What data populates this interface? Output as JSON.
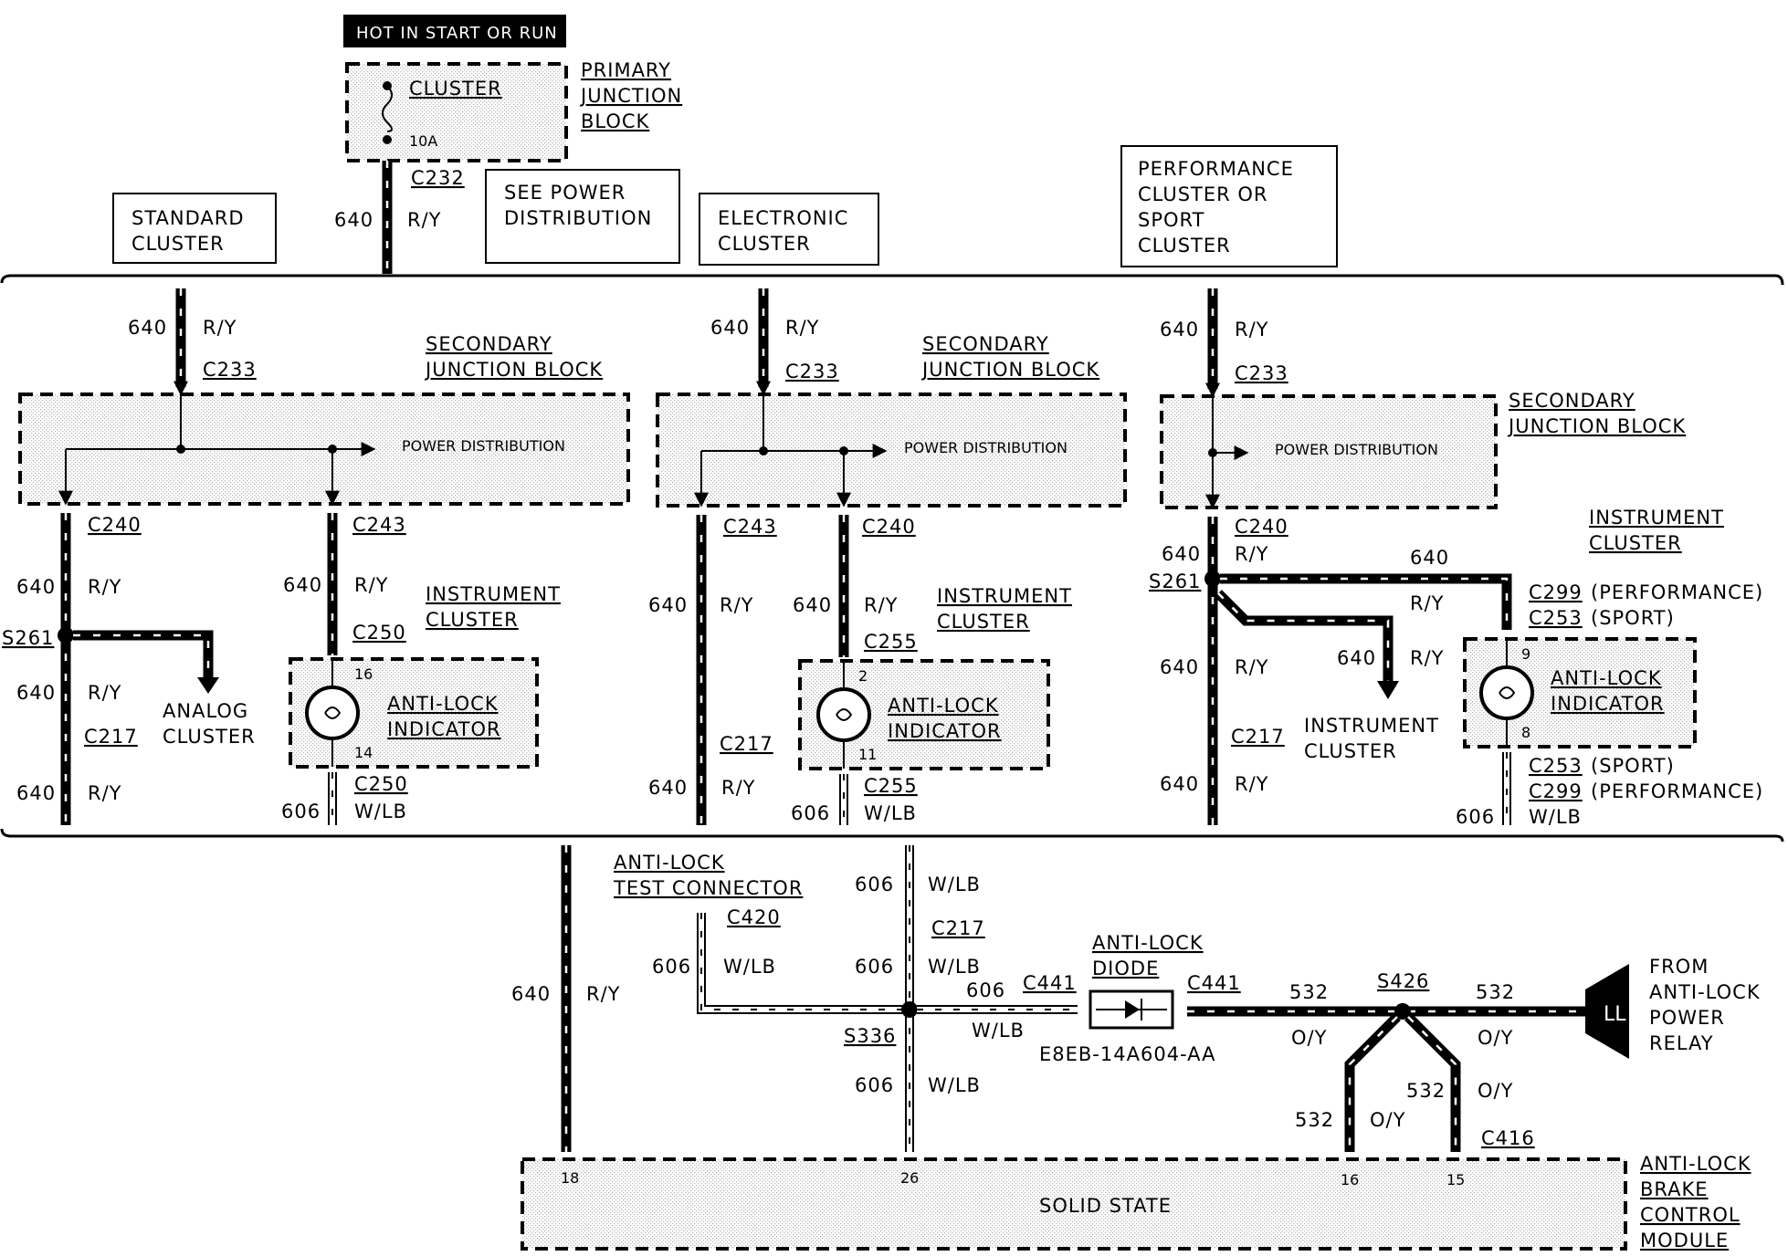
{
  "header": {
    "hot_label": "HOT IN START OR RUN",
    "cluster_fuse": "CLUSTER",
    "fuse_rating": "10A",
    "primary_jb": [
      "PRIMARY",
      "JUNCTION",
      "BLOCK"
    ],
    "feed_connector": "C232",
    "feed_circuit": "640",
    "feed_color": "R/Y",
    "see_power": [
      "SEE POWER",
      "DISTRIBUTION"
    ]
  },
  "variants": {
    "standard": {
      "title": [
        "STANDARD",
        "CLUSTER"
      ],
      "in_circuit": "640",
      "in_color": "R/Y",
      "in_connector": "C233",
      "sjb": [
        "SECONDARY",
        "JUNCTION BLOCK"
      ],
      "power_dist": "POWER DISTRIBUTION",
      "left_connector": "C240",
      "right_connector": "C243",
      "left_circuit_1": "640",
      "left_color_1": "R/Y",
      "splice": "S261",
      "left_circuit_2": "640",
      "left_color_2": "R/Y",
      "left_connector_2": "C217",
      "left_circuit_3": "640",
      "left_color_3": "R/Y",
      "analog": [
        "ANALOG",
        "CLUSTER"
      ],
      "right_circuit": "640",
      "right_color": "R/Y",
      "ic": [
        "INSTRUMENT",
        "CLUSTER"
      ],
      "ic_conn_top": "C250",
      "pin_top": "16",
      "indicator": [
        "ANTI-LOCK",
        "INDICATOR"
      ],
      "pin_bottom": "14",
      "ic_conn_bottom": "C250",
      "out_circuit": "606",
      "out_color": "W/LB"
    },
    "electronic": {
      "title": [
        "ELECTRONIC",
        "CLUSTER"
      ],
      "in_circuit": "640",
      "in_color": "R/Y",
      "in_connector": "C233",
      "sjb": [
        "SECONDARY",
        "JUNCTION BLOCK"
      ],
      "power_dist": "POWER DISTRIBUTION",
      "left_connector": "C243",
      "right_connector": "C240",
      "left_circuit": "640",
      "left_color": "R/Y",
      "left_connector_2": "C217",
      "left_circuit_2": "640",
      "left_color_2": "R/Y",
      "right_circuit": "640",
      "right_color": "R/Y",
      "ic": [
        "INSTRUMENT",
        "CLUSTER"
      ],
      "ic_conn_top": "C255",
      "pin_top": "2",
      "indicator": [
        "ANTI-LOCK",
        "INDICATOR"
      ],
      "pin_bottom": "11",
      "ic_conn_bottom": "C255",
      "out_circuit": "606",
      "out_color": "W/LB"
    },
    "performance": {
      "title": [
        "PERFORMANCE",
        "CLUSTER OR",
        "SPORT",
        "CLUSTER"
      ],
      "in_circuit": "640",
      "in_color": "R/Y",
      "in_connector": "C233",
      "sjb": [
        "SECONDARY",
        "JUNCTION BLOCK"
      ],
      "power_dist": "POWER DISTRIBUTION",
      "out_connector": "C240",
      "circuit_a": "640",
      "color_a": "R/Y",
      "splice": "S261",
      "branch_circuit": "640",
      "branch_color": "R/Y",
      "ic_branch_circuit": "640",
      "ic_branch_color": "R/Y",
      "ic_branch_label": [
        "INSTRUMENT",
        "CLUSTER"
      ],
      "down_circuit": "640",
      "down_color": "R/Y",
      "down_connector": "C217",
      "down_circuit_2": "640",
      "down_color_2": "R/Y",
      "ic": [
        "INSTRUMENT",
        "CLUSTER"
      ],
      "conn_perf_top": "C299",
      "conn_perf_note": "(PERFORMANCE)",
      "conn_sport_top": "C253",
      "conn_sport_note": "(SPORT)",
      "pin_top": "9",
      "indicator": [
        "ANTI-LOCK",
        "INDICATOR"
      ],
      "pin_bottom": "8",
      "conn_sport_bottom": "C253",
      "conn_perf_bottom": "C299",
      "out_circuit": "606",
      "out_color": "W/LB"
    }
  },
  "lower": {
    "main_circuit": "640",
    "main_color": "R/Y",
    "test_conn": [
      "ANTI-LOCK",
      "TEST CONNECTOR"
    ],
    "c420": "C420",
    "tc_circuit": "606",
    "tc_color": "W/LB",
    "w606_top": "606",
    "w606_top_color": "W/LB",
    "c217": "C217",
    "w606_mid": "606",
    "w606_mid_color": "W/LB",
    "splice": "S336",
    "w606_bot": "606",
    "w606_bot_color": "W/LB",
    "diode_circuit": "606",
    "diode_color": "W/LB",
    "c441_left": "C441",
    "c441_right": "C441",
    "diode": [
      "ANTI-LOCK",
      "DIODE"
    ],
    "diode_part": "E8EB-14A604-AA",
    "w532_left": "532",
    "w532_left_color": "O/Y",
    "s426": "S426",
    "w532_right": "532",
    "w532_right_color": "O/Y",
    "relay": [
      "FROM",
      "ANTI-LOCK",
      "POWER",
      "RELAY"
    ],
    "w532_down_l": "532",
    "w532_down_l_color": "O/Y",
    "w532_down_r": "532",
    "w532_down_r_color": "O/Y",
    "c416": "C416",
    "module_pins": [
      "18",
      "26",
      "16",
      "15"
    ],
    "solid_state": "SOLID STATE",
    "module": [
      "ANTI-LOCK",
      "BRAKE",
      "CONTROL",
      "MODULE"
    ]
  }
}
